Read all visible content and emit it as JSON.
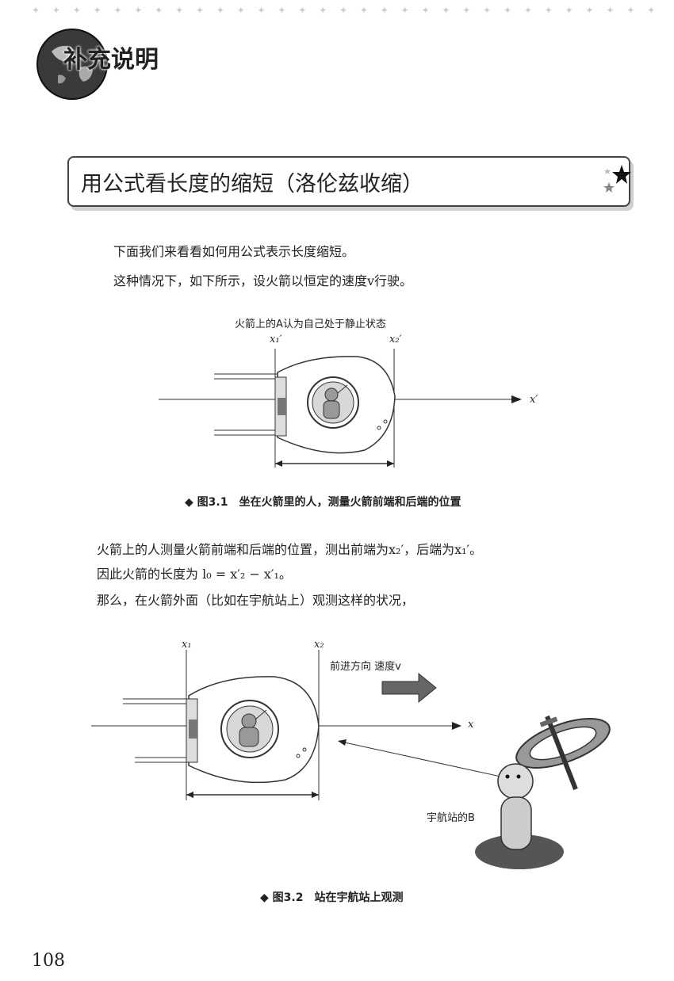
{
  "header": {
    "label": "补充说明"
  },
  "section": {
    "title": "用公式看长度的缩短（洛伦兹收缩）"
  },
  "intro": {
    "line1": "下面我们来看看如何用公式表示长度缩短。",
    "line2": "这种情况下，如下所示，设火箭以恒定的速度v行驶。"
  },
  "figure1": {
    "top_label": "火箭上的A认为自己处于静止状态",
    "x1_label": "x₁′",
    "x2_label": "x₂′",
    "axis_label": "x′",
    "caption": "◆ 图3.1　坐在火箭里的人，测量火箭前端和后端的位置"
  },
  "body": {
    "line1": "火箭上的人测量火箭前端和后端的位置，测出前端为x₂′，后端为x₁′。",
    "line2": "因此火箭的长度为 l₀ = x′₂ − x′₁。",
    "line3": "那么，在火箭外面（比如在宇航站上）观测这样的状况，"
  },
  "figure2": {
    "x1_label": "x₁",
    "x2_label": "x₂",
    "direction_label": "前进方向 速度v",
    "axis_label": "x",
    "observer_label": "宇航站的B",
    "caption": "◆ 图3.2　站在宇航站上观测"
  },
  "page": {
    "number": "108"
  }
}
